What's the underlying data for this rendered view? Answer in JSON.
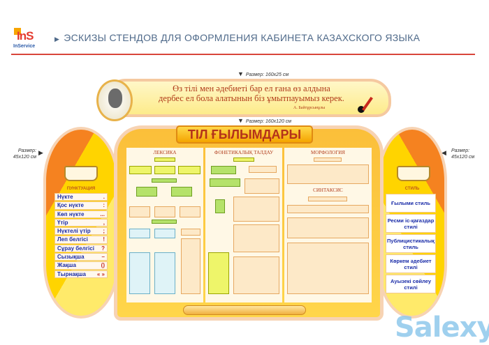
{
  "header": {
    "logo_text": "InS",
    "logo_sub": "InService",
    "title": "ЭСКИЗЫ  СТЕНДОВ  ДЛЯ  ОФОРМЛЕНИЯ  КАБИНЕТА КАЗАХСКОГО ЯЗЫКА"
  },
  "sizes": {
    "banner": "Размер: 160х25 см",
    "center": "Размер: 160х120 см",
    "left": "Размер: 45х120 см",
    "right": "Размер: 45х120 см"
  },
  "banner": {
    "quote_line1": "Өз тілі мен әдебиеті бар ел ғана өз алдына",
    "quote_line2": "дербес ел бола алатынын біз ұмытпауымыз керек.",
    "author": "А. Байтұрсынұлы"
  },
  "left_stand": {
    "heading": "ПУНКТУАЦИЯ",
    "items": [
      {
        "label": "Нүкте",
        "mark": "."
      },
      {
        "label": "Қос нүкте",
        "mark": ":"
      },
      {
        "label": "Көп нүкте",
        "mark": "..."
      },
      {
        "label": "Үтір",
        "mark": ","
      },
      {
        "label": "Нүктелі үтір",
        "mark": ";"
      },
      {
        "label": "Леп белгісі",
        "mark": "!"
      },
      {
        "label": "Сұрау белгісі",
        "mark": "?"
      },
      {
        "label": "Сызықша",
        "mark": "–"
      },
      {
        "label": "Жақша",
        "mark": "()"
      },
      {
        "label": "Тырнақша",
        "mark": "« »"
      }
    ]
  },
  "right_stand": {
    "heading": "СТИЛЬ",
    "items": [
      "Ғылыми стиль",
      "Ресми іс-қағаздар стилі",
      "Публицистикалық стиль",
      "Көркем әдебиет стилі",
      "Ауызекі сөйлеу стилі"
    ]
  },
  "center_stand": {
    "title": "ТІЛ ҒЫЛЫМДАРЫ",
    "sections": [
      "ЛЕКСИКА",
      "ФОНЕТИКАЛЫҚ ТАЛДАУ",
      "МОРФОЛОГИЯ",
      "СИНТАКСИС"
    ]
  },
  "watermark": "Salexy",
  "colors": {
    "accent": "#d8453a",
    "orange": "#f58220",
    "yellow": "#ffd400",
    "text_blue": "#1a2ca8"
  }
}
